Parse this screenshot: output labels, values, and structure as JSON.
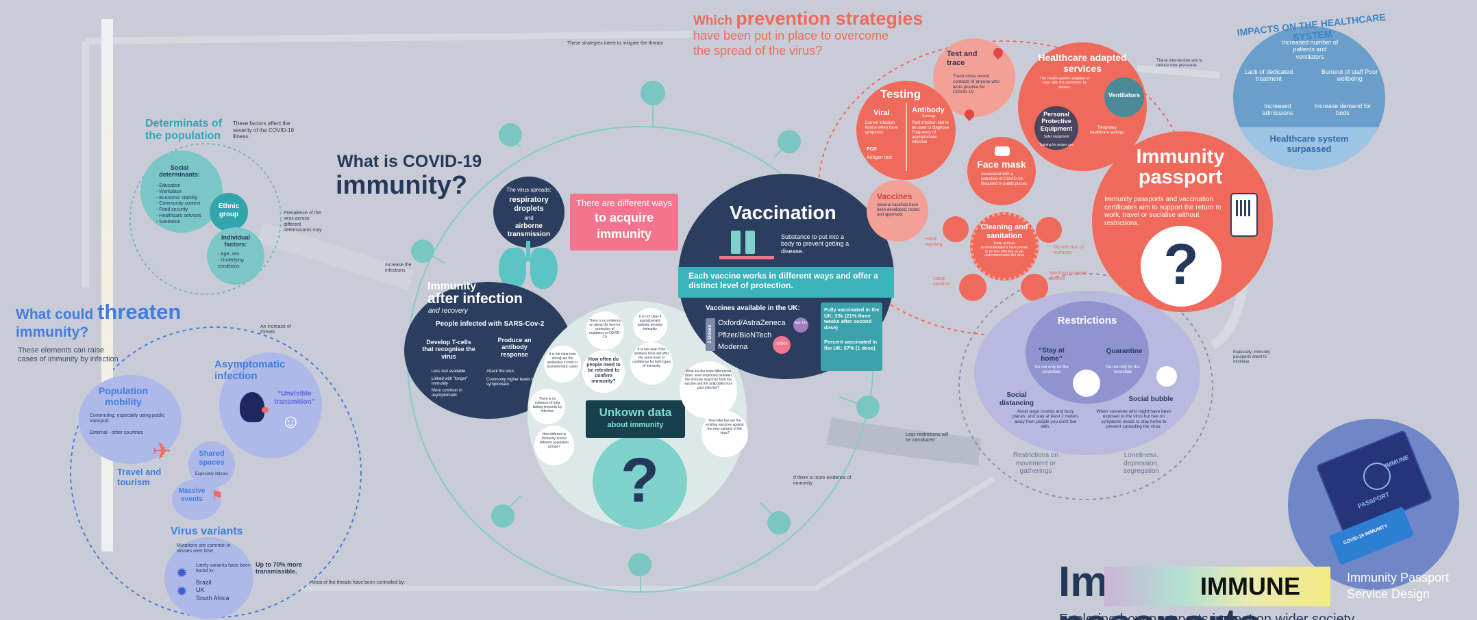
{
  "main": {
    "title_line1": "What is COVID-19",
    "title_line2": "immunity?",
    "note_top": "These strategies intent to mitigate the threats",
    "note_bottom": "Most of the threats have been controlled by:"
  },
  "determinants": {
    "title": "Determinats of the population",
    "desc": "These factors affect the severity of the COVID-19 illness.",
    "social_title": "Social determinants:",
    "social_items": [
      "- Education",
      "- Workplace",
      "- Economic stability",
      "- Community context",
      "- Food security",
      "- Healthcare services",
      "- Sanitation"
    ],
    "ethnic": "Ethnic group",
    "individual_title": "Individual factors:",
    "individual_items": [
      "- Age, sex",
      "- Underlying conditions."
    ],
    "prevalence": "Prevalence of the virus across different determinants may",
    "increase": "Increase the infections"
  },
  "threaten": {
    "title_a": "What could",
    "title_b": "threaten",
    "title_c": "immunity?",
    "desc": "These elements can raise cases of immunity by infection",
    "increase": "An increase of threats",
    "mobility_title": "Population mobility",
    "mobility_desc": "Commuting, especially using public transport.",
    "mobility_external": "External - other countries",
    "travel": "Travel and tourism",
    "shared": "Shared spaces",
    "shared_sub": "Especially indoors",
    "massive": "Massive events",
    "asym_title": "Asymptomatic infection",
    "asym_quote": "“Unvisible transmition”",
    "variants_title": "Virus variants",
    "variants_desc": "Mutations are common in viruses over time.",
    "variants_found": "Lately variants have been found in:",
    "countries": [
      "Brazil",
      "UK",
      "South Africa"
    ],
    "variants_more": "Up to 70% more transmissible."
  },
  "infection": {
    "spread_a": "The virus spreads:",
    "spread_b": "respiratory droplets",
    "spread_c": "and",
    "spread_d": "airborne transmission",
    "title_a": "Immunity",
    "title_b": "after infection",
    "title_c": "and recovery",
    "people": "People infected with SARS-Cov-2",
    "tcells": "Develop T-cells that recognise the virus",
    "antibody": "Produce an antibody response",
    "less": "Less test available",
    "linked": "Linked with \"longer\" immunity",
    "more": "More common in asymptomatic",
    "attack": "Attack the virus",
    "higher": "Commonly higher levels in symptomatic"
  },
  "ways": {
    "a": "There are different ways",
    "b": "to acquire",
    "c": "immunity"
  },
  "unknown": {
    "title": "Unkown data",
    "sub": "about immunity",
    "mark": "?",
    "questions": [
      "It is not clear how strong are the antibodies in mild or asymptomatic cases",
      "There is no evidence of long lasting immunity by infection",
      "How different is immunity across different population groups?",
      "There is no evidence on about the level or protection of mutations in COVID-19",
      "How often do people need to be retested to confirm immunity?",
      "It is not clear if asymptomatic patients develop immunity",
      "It is not clear if the antibody tests will offer the same level of confidence for both types of immunity",
      "What are the main differences (time, level response) between the immune response from the vaccine and the antibodies from past infection?",
      "How effective are the existing vaccines against the new variants of the virus?"
    ]
  },
  "vaccination": {
    "title": "Vaccination",
    "desc": "Substance to put into a body to prevent getting a disease.",
    "band": "Each vaccine works in different ways and offer a distinct level of protection.",
    "available": "Vaccines available in the UK:",
    "doses": "2 Doses",
    "vaccines": [
      "Oxford/AstraZeneca",
      "Pfizer/BioNTech",
      "Moderna"
    ],
    "badge1": "Age 18+",
    "badge2": "mRNA",
    "fully": "Fully vaccinated in the UK: 33k (21% three weeks after second dose)",
    "percent": "Percent vaccinated in the UK: 67% (1 dose)",
    "less_restr": "Less restrictions will be introduced",
    "more_evidence": "If there is more evidence of immunity"
  },
  "prevention": {
    "q_a": "Which",
    "q_b": "prevention strategies",
    "q_c": "have been put in place to overcome",
    "q_d": "the spread of the virus?",
    "test_trace": "Test and trace",
    "tt_desc": "Trace close recent contacts of anyone who tests positive for COVID-19",
    "testing": "Testing",
    "viral": "Viral",
    "viral_items": "Current infection Advise when have symptoms",
    "pcr": "PCR",
    "antigen": "Antigen test",
    "antibody": "Antibody",
    "antibody_sub": "Serology",
    "antibody_items": "Past infection Not to be used to diagnose Frequency of asymptomatic infection",
    "vaccines": "Vaccines",
    "vaccines_desc": "Several vaccines have been developed, tested and approved.",
    "facemask": "Face mask",
    "facemask_desc": "Associated with a reduction of COVID-19. Required in public places",
    "cleaning": "Cleaning and sanitation",
    "cleaning_desc": "Some of these recommendations have proven to be less effective as we understand more the virus",
    "hand_wash": "Hand washing",
    "hand_san": "Hand sanitiser",
    "disinfect": "Disinfection of surfaces",
    "washing": "Washing exposed clothes",
    "healthcare": "Healthcare adapted services",
    "hc_desc": "The health system adapted to cope with the pandemic by deliver:",
    "ppe": "Personal Protective Equipment",
    "ppe_sub": "Safer equipment",
    "training": "Training for proper use",
    "ventilators": "Ventilators",
    "temporary": "Temporary healthcare settings",
    "intervention": "These intervention aim to reduce new pressures",
    "passport_title": "Immunity passport",
    "passport_desc": "Immunity passports and vaccination certificates aim to support the return to work, travel or socialise without restrictions.",
    "passport_mark": "?",
    "especially": "Especially, immunity passports intent to minimise"
  },
  "impacts": {
    "title": "IMPACTS ON THE HEALTHCARE SYSTEM",
    "increased_patients": "Increased number of patients and ventilators",
    "lack": "Lack of dedicated treatment",
    "burnout": "Burnout of staff Poor wellbeing",
    "admissions": "Increased admissions",
    "demand": "Increase demand for beds",
    "surpassed": "Healthcare system surpassed"
  },
  "restrictions": {
    "title": "Restrictions",
    "stay": "“Stay at home”",
    "stay_desc": "Go out only for the essentials",
    "quarantine": "Quarantine",
    "quarantine_desc": "Go out only for the essentials",
    "social_dist": "Social distancing",
    "sd_desc": "Avoid large crowds and busy places, and stay at least 2 meters away from people you don't live with.",
    "bubble": "Social bubble",
    "bubble_desc": "When someone who might have been exposed to the virus but has no symptoms needs to stay home to prevent spreading the virus.",
    "effect1": "Restrictions on movement or gatherings",
    "effect2": "Loneliness, depression, segregation"
  },
  "footer": {
    "big_a": "Im",
    "big_b": "passports",
    "logo": "IMMUNE",
    "service_a": "Immunity Passport",
    "service_b": "Service Design",
    "subtitle": "Exploring how passports impact on wider society",
    "pass_top": "IMMUNE",
    "pass_bottom": "PASSPORT",
    "card": "COVID-19 IMMUNITY"
  },
  "colors": {
    "background": "#c9ccd6",
    "navy": "#2c3e5f",
    "teal": "#3fb8be",
    "salmon": "#f06a5c",
    "blue": "#3f7de0",
    "pink": "#f2758d"
  }
}
